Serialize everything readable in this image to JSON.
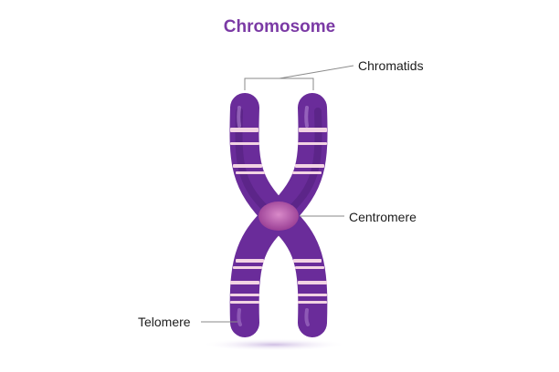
{
  "title": "Chromosome",
  "labels": {
    "chromatids": "Chromatids",
    "centromere": "Centromere",
    "telomere": "Telomere"
  },
  "colors": {
    "title": "#7b3aa5",
    "chromosome_body": "#6a2c9a",
    "chromosome_dark": "#4e1d78",
    "band": "#f2d3e3",
    "centromere": "#b45aa6",
    "leader_line": "#8a8a8a"
  }
}
